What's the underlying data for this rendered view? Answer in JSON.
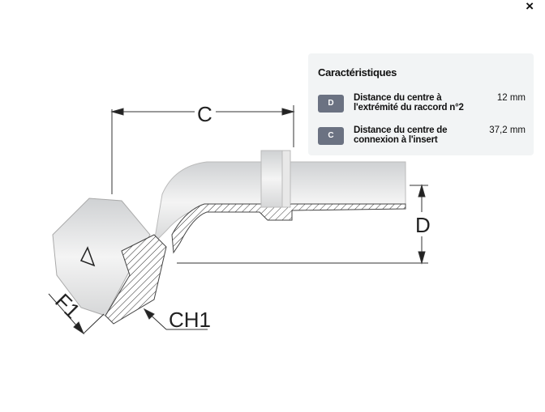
{
  "close_label": "×",
  "drawing": {
    "labels": {
      "c": "C",
      "d": "D",
      "f1": "F1",
      "ch1": "CH1"
    }
  },
  "characteristics": {
    "title": "Caractéristiques",
    "items": [
      {
        "badge": "D",
        "description": "Distance du centre à l'extrémité du raccord n°2",
        "value": "12 mm"
      },
      {
        "badge": "C",
        "description": "Distance du centre de connexion à l'insert",
        "value": "37,2 mm"
      }
    ]
  },
  "colors": {
    "badge": "#6b7282",
    "panel": "#f2f4f5"
  }
}
